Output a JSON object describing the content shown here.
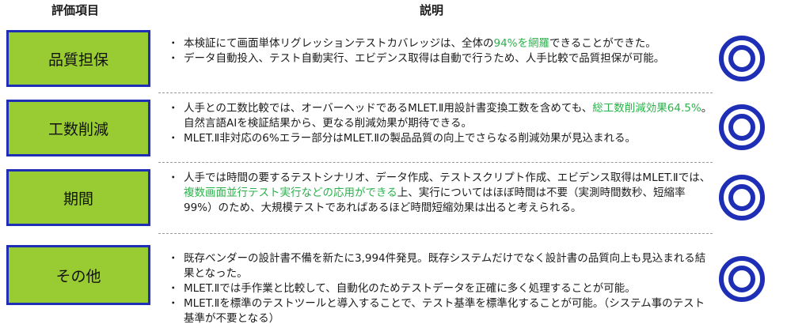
{
  "header": {
    "item": "評価項目",
    "description": "説明"
  },
  "rows": [
    {
      "label": "品質担保",
      "lines": [
        {
          "pre": "本検証にて画面単体リグレッションテストカバレッジは、全体の",
          "hl": "94%を網羅",
          "post": "できることができた。"
        },
        {
          "pre": "データ自動投入、テスト自動実行、エビデンス取得は自動で行うため、人手比較で品質担保が可能。",
          "hl": "",
          "post": ""
        }
      ],
      "mark": "double-circle"
    },
    {
      "label": "工数削減",
      "lines": [
        {
          "pre": "人手との工数比較では、オーバーヘッドであるMLET.Ⅱ用設計書変換工数を含めても、",
          "hl": "総工数削減効果64.5%",
          "post": "。自然言語AIを検証結果から、更なる削減効果が期待できる。"
        },
        {
          "pre": "MLET.Ⅱ非対応の6%エラー部分はMLET.Ⅱの製品品質の向上でさらなる削減効果が見込まれる。",
          "hl": "",
          "post": ""
        }
      ],
      "mark": "double-circle"
    },
    {
      "label": "期間",
      "lines": [
        {
          "pre": "人手では時間の要するテストシナリオ、データ作成、テストスクリプト作成、エビデンス取得はMLET.Ⅱでは、",
          "hl": "複数画面並行テスト実行などの応用ができる",
          "post": "上、実行についてはほぼ時間は不要（実測時間数秒、短縮率99%）のため、大規模テストであればあるほど時間短縮効果は出ると考えられる。"
        }
      ],
      "mark": "double-circle"
    },
    {
      "label": "その他",
      "lines": [
        {
          "pre": "既存ベンダーの設計書不備を新たに3,994件発見。既存システムだけでなく設計書の品質向上も見込まれる結果となった。",
          "hl": "",
          "post": ""
        },
        {
          "pre": "MLET.Ⅱでは手作業と比較して、自動化のためテストデータを正確に多く処理することが可能。",
          "hl": "",
          "post": ""
        },
        {
          "pre": "MLET.Ⅱを標準のテストツールと導入することで、テスト基準を標準化することが可能。（システム事のテスト基準が不要となる）",
          "hl": "",
          "post": ""
        }
      ],
      "mark": "double-circle"
    }
  ],
  "colors": {
    "label_fill": "#99cc33",
    "label_border": "#1f2fb5",
    "highlight": "#2bb24c",
    "mark": "#1f2fb5"
  }
}
